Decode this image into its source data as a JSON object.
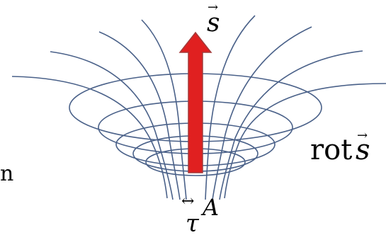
{
  "labels": {
    "vector_s": "s",
    "vector_arrow": "→",
    "rot_prefix": "rot",
    "rot_s": "s",
    "tau": "τ",
    "double_arrow": "↔",
    "superscript_A": "A",
    "left_fragment": "n"
  },
  "colors": {
    "field_lines": "#4a6189",
    "arrow_fill": "#e02020",
    "arrow_stroke": "#a33a3a",
    "text": "#000000"
  }
}
